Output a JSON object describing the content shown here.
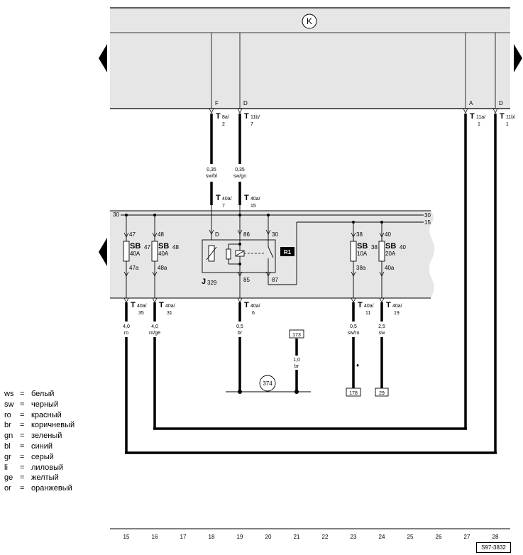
{
  "control_unit": {
    "symbol": "K"
  },
  "top_pins": [
    {
      "letter": "F",
      "conn": "T",
      "sub": "8a/",
      "pin": "2"
    },
    {
      "letter": "D",
      "conn": "T",
      "sub": "11b/",
      "pin": "7"
    },
    {
      "letter": "A",
      "conn": "T",
      "sub": "11a/",
      "pin": "1"
    },
    {
      "letter": "D",
      "conn": "T",
      "sub": "11b/",
      "pin": "1"
    }
  ],
  "upper_wires": [
    {
      "size": "0,35",
      "color": "sw/bl"
    },
    {
      "size": "0,35",
      "color": "sw/gn"
    }
  ],
  "upper_box_connectors": [
    {
      "conn": "T",
      "sub": "40a/",
      "pin": "7"
    },
    {
      "conn": "T",
      "sub": "40a/",
      "pin": "15"
    }
  ],
  "rails": {
    "r30_left": "30",
    "r30_right": "30",
    "r15_right": "15"
  },
  "fuses": [
    {
      "name": "SB",
      "num": "47",
      "rating": "40A",
      "in": "47",
      "out": "47a"
    },
    {
      "name": "SB",
      "num": "48",
      "rating": "40A",
      "in": "48",
      "out": "48a"
    },
    {
      "name": "SB",
      "num": "38",
      "rating": "10A",
      "in": "38",
      "out": "38a"
    },
    {
      "name": "SB",
      "num": "40",
      "rating": "20A",
      "in": "40",
      "out": "40a"
    }
  ],
  "relay": {
    "name": "J",
    "num": "329",
    "tag": "R1",
    "pins": {
      "d": "D",
      "p86": "86",
      "p30": "30",
      "p85": "85",
      "p87": "87"
    }
  },
  "lower_connectors": [
    {
      "conn": "T",
      "sub": "40a/",
      "pin": "35"
    },
    {
      "conn": "T",
      "sub": "40a/",
      "pin": "31"
    },
    {
      "conn": "T",
      "sub": "40a/",
      "pin": "6"
    },
    {
      "conn": "T",
      "sub": "40a/",
      "pin": "11"
    },
    {
      "conn": "T",
      "sub": "40a/",
      "pin": "19"
    }
  ],
  "lower_wires": [
    {
      "size": "4,0",
      "color": "ro"
    },
    {
      "size": "4,0",
      "color": "ro/ge"
    },
    {
      "size": "0,5",
      "color": "br"
    },
    {
      "size": "1,0",
      "color": "br"
    },
    {
      "size": "0,5",
      "color": "sw/ro"
    },
    {
      "size": "2,5",
      "color": "sw"
    }
  ],
  "references": {
    "r173": "173",
    "r178": "178",
    "r29": "29",
    "r374": "374"
  },
  "marker": "♦",
  "columns": [
    "15",
    "16",
    "17",
    "18",
    "19",
    "20",
    "21",
    "22",
    "23",
    "24",
    "25",
    "26",
    "27",
    "28"
  ],
  "legend": [
    {
      "code": "ws",
      "eq": "=",
      "name": "белый"
    },
    {
      "code": "sw",
      "eq": "=",
      "name": "черный"
    },
    {
      "code": "ro",
      "eq": "=",
      "name": "красный"
    },
    {
      "code": "br",
      "eq": "=",
      "name": "коричневый"
    },
    {
      "code": "gn",
      "eq": "=",
      "name": "зеленый"
    },
    {
      "code": "bl",
      "eq": "=",
      "name": "синий"
    },
    {
      "code": "gr",
      "eq": "=",
      "name": "серый"
    },
    {
      "code": "li",
      "eq": "=",
      "name": "лиловый"
    },
    {
      "code": "ge",
      "eq": "=",
      "name": "желтый"
    },
    {
      "code": "or",
      "eq": "=",
      "name": "оранжевый"
    }
  ],
  "diagram_id": "S97-3832",
  "colors": {
    "panel": "#e6e6e6",
    "wire": "#000000",
    "background": "#ffffff"
  }
}
